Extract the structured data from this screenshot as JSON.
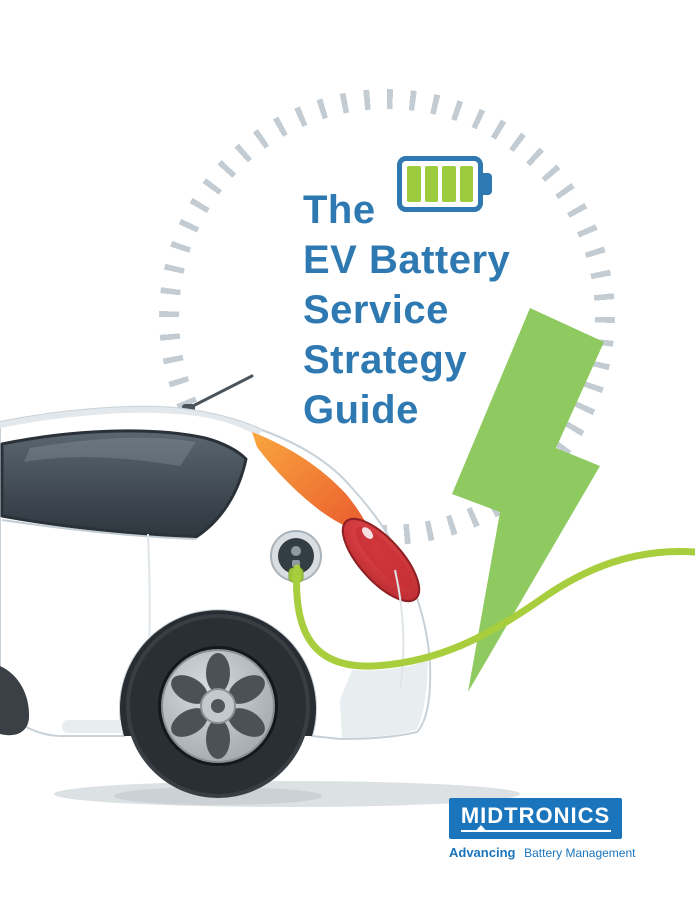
{
  "title": {
    "lines": [
      "The",
      "EV Battery",
      "Service",
      "Strategy",
      "Guide"
    ]
  },
  "brand": {
    "name": "MIDTRONICS",
    "tagline": {
      "bold": "Advancing",
      "rest": "Battery Management"
    }
  },
  "battery_icon": {
    "bars": 4
  },
  "icons": {
    "battery": "battery-icon",
    "lightning": "lightning-bolt-icon",
    "cable": "charging-cable",
    "car": "ev-car-illustration",
    "dial": "dial-tick-circle"
  },
  "colors": {
    "title_blue": "#2E79B2",
    "brand_blue": "#1B75BC",
    "bolt_green": "#8FCA61",
    "cable_green": "#A8CE3E",
    "bar_green": "#9CCB3D",
    "tick_gray": "#C3CCD3"
  }
}
